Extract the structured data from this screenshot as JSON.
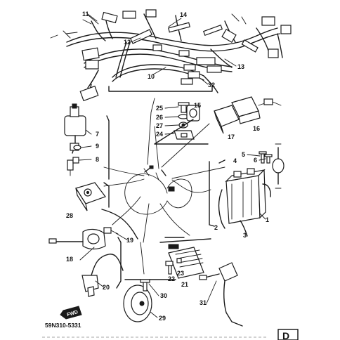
{
  "callouts": [
    {
      "label": "11"
    },
    {
      "label": "14"
    },
    {
      "label": "12"
    },
    {
      "label": "13"
    },
    {
      "label": "10"
    },
    {
      "label": "32"
    },
    {
      "label": "25"
    },
    {
      "label": "26"
    },
    {
      "label": "27"
    },
    {
      "label": "15"
    },
    {
      "label": "24"
    },
    {
      "label": "17"
    },
    {
      "label": "16"
    },
    {
      "label": "7"
    },
    {
      "label": "9"
    },
    {
      "label": "8"
    },
    {
      "label": "5"
    },
    {
      "label": "6"
    },
    {
      "label": "4"
    },
    {
      "label": "28"
    },
    {
      "label": "2"
    },
    {
      "label": "1"
    },
    {
      "label": "3"
    },
    {
      "label": "19"
    },
    {
      "label": "18"
    },
    {
      "label": "22"
    },
    {
      "label": "23"
    },
    {
      "label": "21"
    },
    {
      "label": "20"
    },
    {
      "label": "30"
    },
    {
      "label": "31"
    },
    {
      "label": "29"
    }
  ],
  "drawing_code": "59N310-5331",
  "forward_tag": "FWD",
  "page_marker": "D"
}
